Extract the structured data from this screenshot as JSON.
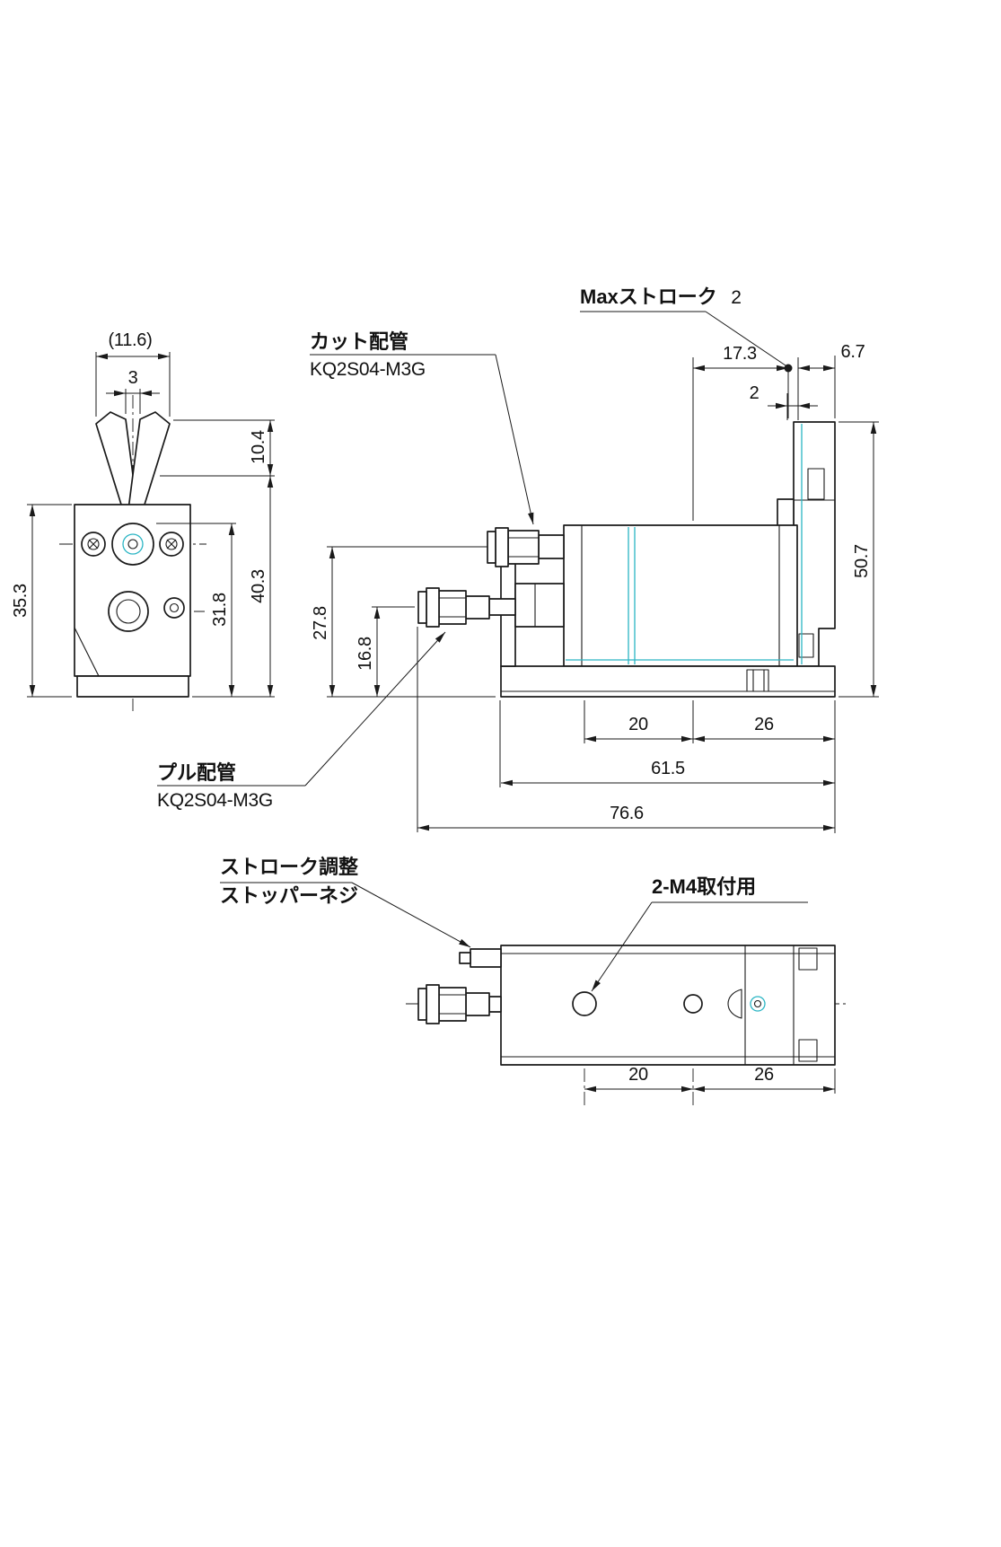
{
  "drawing": {
    "name": "air-nipper-dimension-drawing",
    "colors": {
      "line": "#1a1a1a",
      "accent": "#2ab5c4"
    },
    "callouts": {
      "cut_piping": {
        "title": "カット配管",
        "part_no": "KQ2S04-M3G"
      },
      "pull_piping": {
        "title": "プル配管",
        "part_no": "KQ2S04-M3G"
      },
      "max_stroke": {
        "title": "Maxストローク",
        "value": "2"
      },
      "stroke_adjust": {
        "title": "ストローク調整",
        "subtitle": "ストッパーネジ"
      },
      "mounting": {
        "title": "2-M4取付用"
      }
    },
    "front_view": {
      "overall_width": "(11.6)",
      "blade_opening": "3",
      "blade_tip_to_edge": "10.4",
      "body_height": "35.3",
      "pivot_height": "31.8",
      "head_height": "40.3"
    },
    "side_view": {
      "stroke_position": "17.3",
      "right_offset": "6.7",
      "stroke": "2",
      "overall_height": "50.7",
      "cut_port_center": "27.8",
      "pull_port_center": "16.8",
      "hole_pitch": "20",
      "hole_edge": "26",
      "holder_length": "61.5",
      "overall_length": "76.6"
    },
    "bottom_view": {
      "hole_pitch": "20",
      "hole_edge": "26"
    }
  }
}
